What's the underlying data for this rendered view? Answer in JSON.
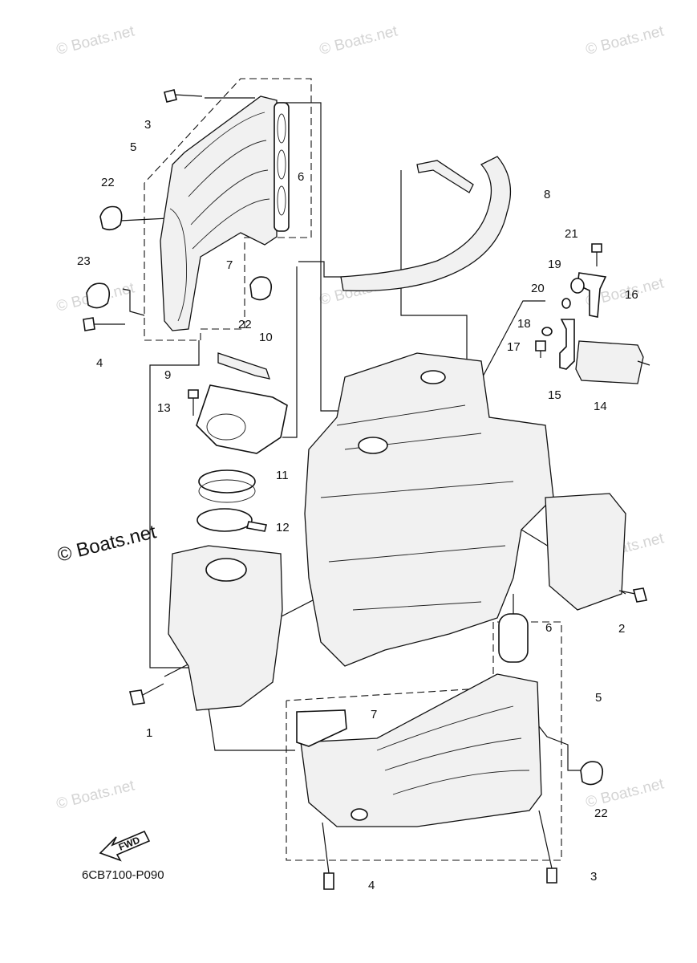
{
  "watermark": {
    "small": "© Boats.net",
    "large": "© Boats.net"
  },
  "diagram_code": "6CB7100-P090",
  "fwd_label": "FWD",
  "callouts": [
    {
      "label": "1"
    },
    {
      "label": "2"
    },
    {
      "label": "3"
    },
    {
      "label": "3"
    },
    {
      "label": "4"
    },
    {
      "label": "4"
    },
    {
      "label": "5"
    },
    {
      "label": "5"
    },
    {
      "label": "6"
    },
    {
      "label": "6"
    },
    {
      "label": "7"
    },
    {
      "label": "7"
    },
    {
      "label": "8"
    },
    {
      "label": "9"
    },
    {
      "label": "10"
    },
    {
      "label": "11"
    },
    {
      "label": "12"
    },
    {
      "label": "13"
    },
    {
      "label": "14"
    },
    {
      "label": "15"
    },
    {
      "label": "16"
    },
    {
      "label": "17"
    },
    {
      "label": "18"
    },
    {
      "label": "19"
    },
    {
      "label": "20"
    },
    {
      "label": "21"
    },
    {
      "label": "22"
    },
    {
      "label": "22"
    },
    {
      "label": "22"
    },
    {
      "label": "23"
    }
  ]
}
